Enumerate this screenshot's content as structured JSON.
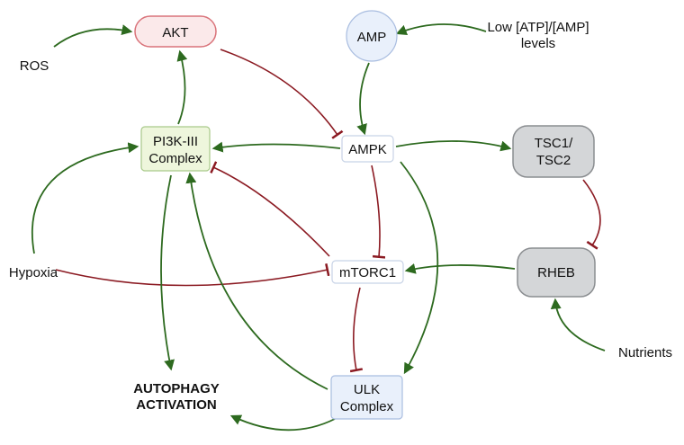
{
  "colors": {
    "activation": "#2d6a1f",
    "inhibition": "#8b1a22"
  },
  "nodes": {
    "akt": "AKT",
    "amp": "AMP",
    "pi3k": [
      "PI3K-III",
      "Complex"
    ],
    "ampk": "AMPK",
    "tsc": [
      "TSC1/",
      "TSC2"
    ],
    "rheb": "RHEB",
    "mtorc1": "mTORC1",
    "ulk": [
      "ULK",
      "Complex"
    ]
  },
  "inputs": {
    "ros": "ROS",
    "low_atp": [
      "Low [ATP]/[AMP]",
      "levels"
    ],
    "hypoxia": "Hypoxia",
    "nutrients": "Nutrients"
  },
  "outcome": [
    "AUTOPHAGY",
    "ACTIVATION"
  ],
  "edges": [
    {
      "from": "ROS",
      "to": "AKT",
      "type": "activation"
    },
    {
      "from": "Low [ATP]/[AMP] levels",
      "to": "AMP",
      "type": "activation"
    },
    {
      "from": "AMP",
      "to": "AMPK",
      "type": "activation"
    },
    {
      "from": "AKT",
      "to": "AMPK",
      "type": "inhibition"
    },
    {
      "from": "PI3K-III Complex",
      "to": "AKT",
      "type": "activation"
    },
    {
      "from": "AMPK",
      "to": "PI3K-III Complex",
      "type": "activation"
    },
    {
      "from": "AMPK",
      "to": "TSC1/TSC2",
      "type": "activation"
    },
    {
      "from": "TSC1/TSC2",
      "to": "RHEB",
      "type": "inhibition"
    },
    {
      "from": "RHEB",
      "to": "mTORC1",
      "type": "activation"
    },
    {
      "from": "Nutrients",
      "to": "RHEB",
      "type": "activation"
    },
    {
      "from": "AMPK",
      "to": "mTORC1",
      "type": "inhibition"
    },
    {
      "from": "AMPK",
      "to": "ULK Complex",
      "type": "activation"
    },
    {
      "from": "mTORC1",
      "to": "ULK Complex",
      "type": "inhibition"
    },
    {
      "from": "mTORC1",
      "to": "PI3K-III Complex",
      "type": "inhibition"
    },
    {
      "from": "Hypoxia",
      "to": "mTORC1",
      "type": "inhibition"
    },
    {
      "from": "Hypoxia",
      "to": "PI3K-III Complex",
      "type": "activation"
    },
    {
      "from": "ULK Complex",
      "to": "PI3K-III Complex",
      "type": "activation"
    },
    {
      "from": "PI3K-III Complex",
      "to": "AUTOPHAGY ACTIVATION",
      "type": "activation"
    },
    {
      "from": "ULK Complex",
      "to": "AUTOPHAGY ACTIVATION",
      "type": "activation"
    }
  ]
}
